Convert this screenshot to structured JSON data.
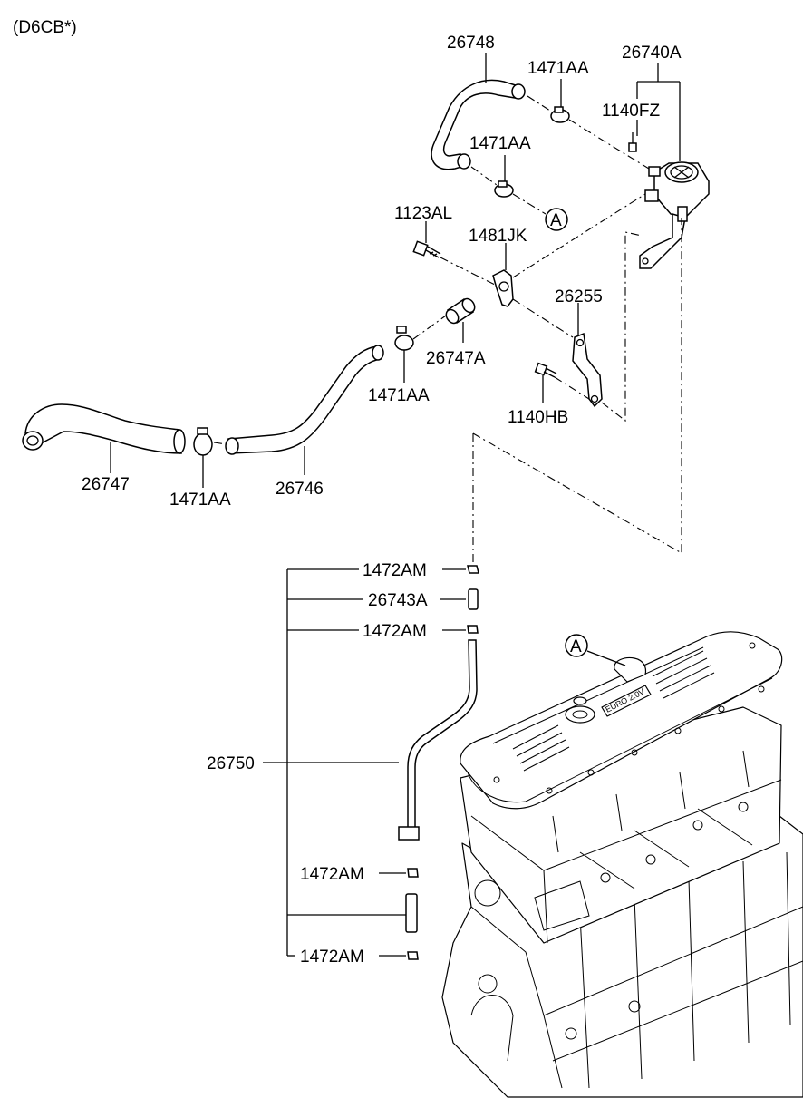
{
  "diagram": {
    "variant": "(D6CB*)",
    "labels": {
      "p26748": "26748",
      "p1471AA_top": "1471AA",
      "p26740A": "26740A",
      "p1140FZ": "1140FZ",
      "p1471AA_mid": "1471AA",
      "refA_top": "A",
      "p1123AL": "1123AL",
      "p1481JK": "1481JK",
      "p26255": "26255",
      "p26747A": "26747A",
      "p1471AA_low": "1471AA",
      "p1140HB": "1140HB",
      "p26747": "26747",
      "p1471AA_bottom": "1471AA",
      "p26746": "26746",
      "p1472AM_1": "1472AM",
      "p26743A": "26743A",
      "p1472AM_2": "1472AM",
      "refA_engine": "A",
      "p26750": "26750",
      "p1472AM_3": "1472AM",
      "p1472AM_4": "1472AM",
      "engine_badge": "EURO 2.0V"
    }
  }
}
